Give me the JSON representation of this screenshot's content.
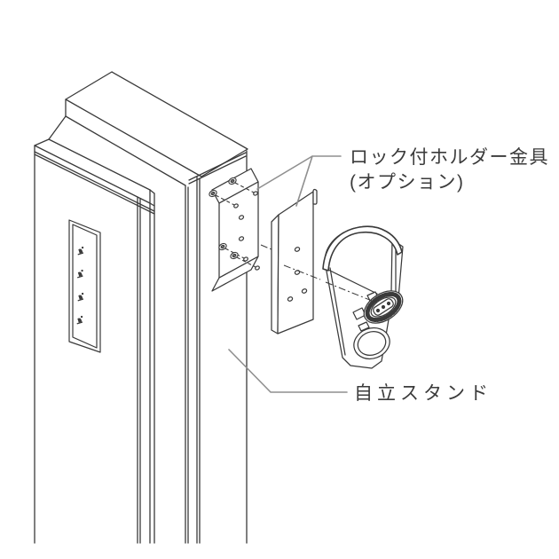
{
  "diagram": {
    "background_color": "#ffffff",
    "line_color": "#3a3a3a",
    "leader_color": "#8f8f8f",
    "text_color": "#3b3b3b",
    "labels": {
      "holder_bracket_line1": "ロック付ホルダー金具",
      "holder_bracket_line2": "(オプション)",
      "stand": "自立スタンド"
    },
    "counts": {
      "mounting_screws": 4,
      "plate_holes": 4,
      "panel_indicator_icons": 4,
      "connector_pins": 3
    }
  }
}
